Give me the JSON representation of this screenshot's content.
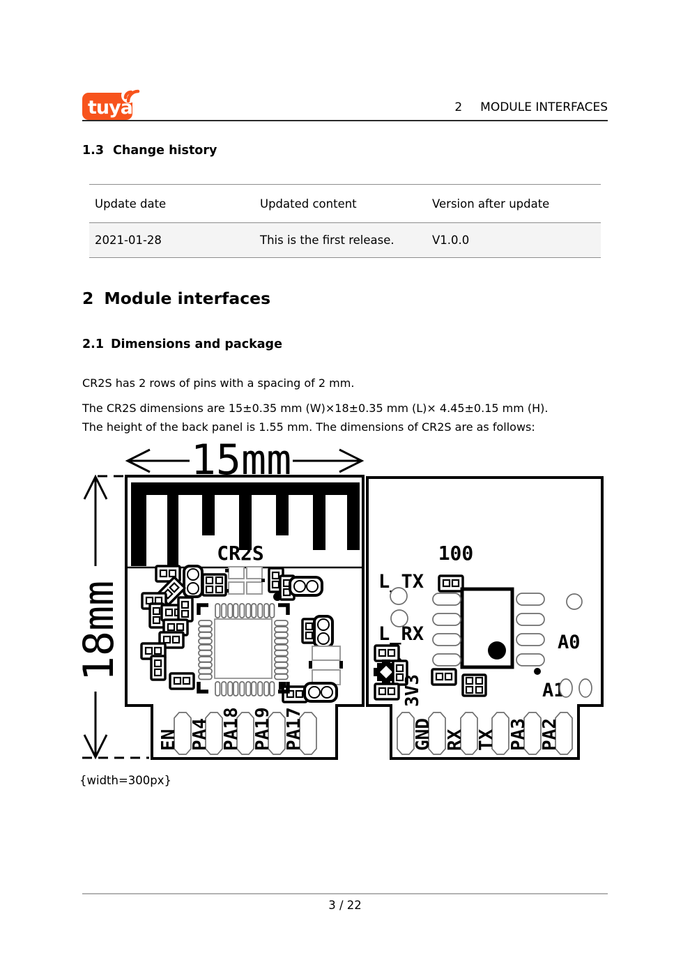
{
  "header": {
    "logo": "tuya",
    "chapter": "2",
    "chapter_title": "MODULE INTERFACES"
  },
  "change_history": {
    "number": "1.3",
    "title": "Change history",
    "table": {
      "headers": [
        "Update date",
        "Updated content",
        "Version after update"
      ],
      "rows": [
        {
          "date": "2021-01-28",
          "content": "This is the first release.",
          "version": "V1.0.0"
        }
      ]
    }
  },
  "module_interfaces": {
    "number": "2",
    "title": "Module interfaces"
  },
  "dimensions": {
    "number": "2.1",
    "title": "Dimensions and package",
    "para1": "CR2S has 2 rows of pins with a spacing of 2 mm.",
    "para2_line1": "The CR2S dimensions are 15±0.35 mm (W)×18±0.35 mm (L)× 4.45±0.15 mm (H).",
    "para2_line2": "The height of the back panel is 1.55 mm. The dimensions of CR2S are as follows:",
    "caption": "{width=300px}"
  },
  "diagram": {
    "dim_width": "15mm",
    "dim_height": "18mm",
    "front": {
      "title": "CR2S",
      "pins": [
        "EN",
        "PA4",
        "PA18",
        "PA19",
        "PA17"
      ]
    },
    "back": {
      "marking": "100",
      "label_ltx": "L_TX",
      "label_lrx": "L_RX",
      "label_a0": "A0",
      "label_a1": "A1",
      "pins": [
        "3V3",
        "GND",
        "RX",
        "TX",
        "PA3",
        "PA2"
      ]
    }
  },
  "footer": {
    "page_number": "3 / 22"
  },
  "colors": {
    "brand_orange": "#f7531c"
  }
}
